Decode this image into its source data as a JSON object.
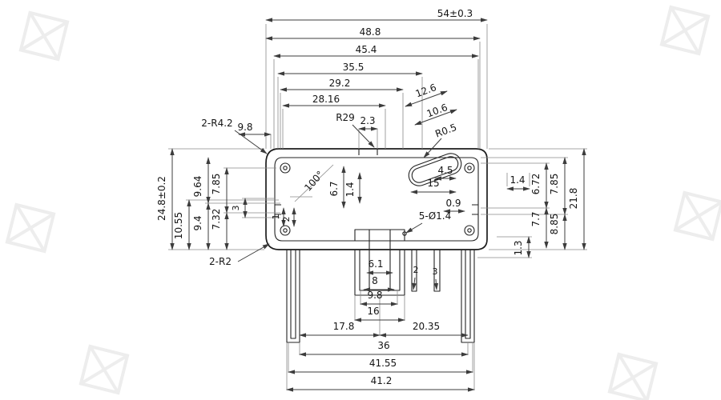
{
  "drawing": {
    "background": "#ffffff",
    "line_color": "#1d1d1d",
    "dim_color": "#3c3c3c"
  },
  "dims": {
    "d54": "54±0.3",
    "d488": "48.8",
    "d454": "45.4",
    "d355": "35.5",
    "d292": "29.2",
    "d2816": "28.16",
    "r29": "R29",
    "d23": "2.3",
    "d98_top": "9.8",
    "label_r42": "2-R4.2",
    "d126": "12.6",
    "d106": "10.6",
    "r05": "R0.5",
    "angle": "100°",
    "d67": "6.7",
    "d14_in": "1.4",
    "d45": "4.5",
    "d15": "15",
    "d09": "0.9",
    "d14_r": "1.4",
    "d672": "6.72",
    "d785_r": "7.85",
    "d218": "21.8",
    "d77": "7.7",
    "d885": "8.85",
    "d13": "1.3",
    "d248": "24.8±0.2",
    "d1055": "10.55",
    "d964": "9.64",
    "d94": "9.4",
    "d785_l": "7.85",
    "d732": "7.32",
    "d3_l": "3",
    "d1": "1",
    "d2_in": "2",
    "label_holes": "5-Ø1.4",
    "label_r2": "2-R2",
    "d61": "6.1",
    "d8": "8",
    "d2_rib": "2",
    "d3_rib": "3",
    "d98_bot": "9.8",
    "d16": "16",
    "d178": "17.8",
    "d2035": "20.35",
    "d36": "36",
    "d4155": "41.55",
    "d412": "41.2"
  }
}
